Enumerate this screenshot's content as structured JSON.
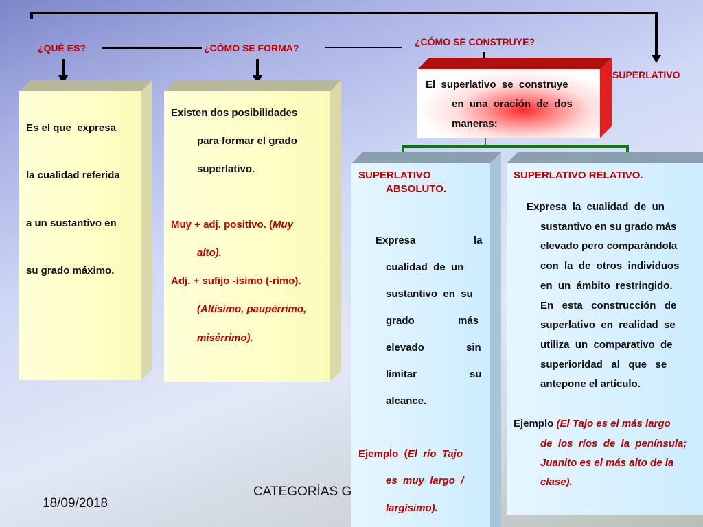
{
  "headers": {
    "que_es": "¿QUÉ ES?",
    "como_forma": "¿CÓMO SE FORMA?",
    "como_construye": "¿CÓMO SE CONSTRUYE?",
    "superlativo": "SUPERLATIVO"
  },
  "que_es_box": {
    "line1": "Es el que  expresa",
    "line2": "la cualidad referida",
    "line3": "a un sustantivo en",
    "line4": "su grado máximo."
  },
  "forma_box": {
    "line1": "Existen dos posibilidades",
    "line2": "para formar el grado",
    "line3": "superlativo.",
    "line4": "Muy + adj. positivo. (",
    "line4_ital": "Muy",
    "line5": "alto).",
    "line6": "Adj. + sufijo -ísimo (-rimo).",
    "line7": "(Altísimo, paupérrimo,",
    "line8": "misérrimo)."
  },
  "construye_box": {
    "line1": "El  superlativo  se  construye",
    "line2": "en  una  oración  de  dos",
    "line3": "maneras:"
  },
  "absoluto_box": {
    "title1": "SUPERLATIVO",
    "title2": "ABSOLUTO.",
    "l1a": "Expresa",
    "l1b": "la",
    "l2": "cualidad  de  un",
    "l3": "sustantivo  en  su",
    "l4a": "grado",
    "l4b": "más",
    "l5a": "elevado",
    "l5b": "sin",
    "l6a": "limitar",
    "l6b": "su",
    "l7": "alcance.",
    "ex1": "Ejemplo  (El  río  Tajo",
    "ex2": "es  muy  largo  /",
    "ex3": "largísimo)."
  },
  "relativo_box": {
    "title": "SUPERLATIVO RELATIVO.",
    "l1": "Expresa  la  cualidad  de  un",
    "l2": "sustantivo en su grado más",
    "l3": "elevado pero comparándola",
    "l4": "con  la  de  otros  individuos",
    "l5": "en  un  ámbito  restringido.",
    "l6": "En   esta   construcción   de",
    "l7": "superlativo  en  realidad  se",
    "l8": "utiliza  un  comparativo  de",
    "l9": "superioridad   al   que   se",
    "l10": "antepone el artículo.",
    "ex_label": "Ejemplo",
    "ex1": " (El Tajo es el más largo",
    "ex2": "de  los  ríos  de  la  península;",
    "ex3": "Juanito es el más alto de la",
    "ex4": "clase)."
  },
  "footer": {
    "date": "18/09/2018",
    "title": "CATEGORÍAS G"
  }
}
